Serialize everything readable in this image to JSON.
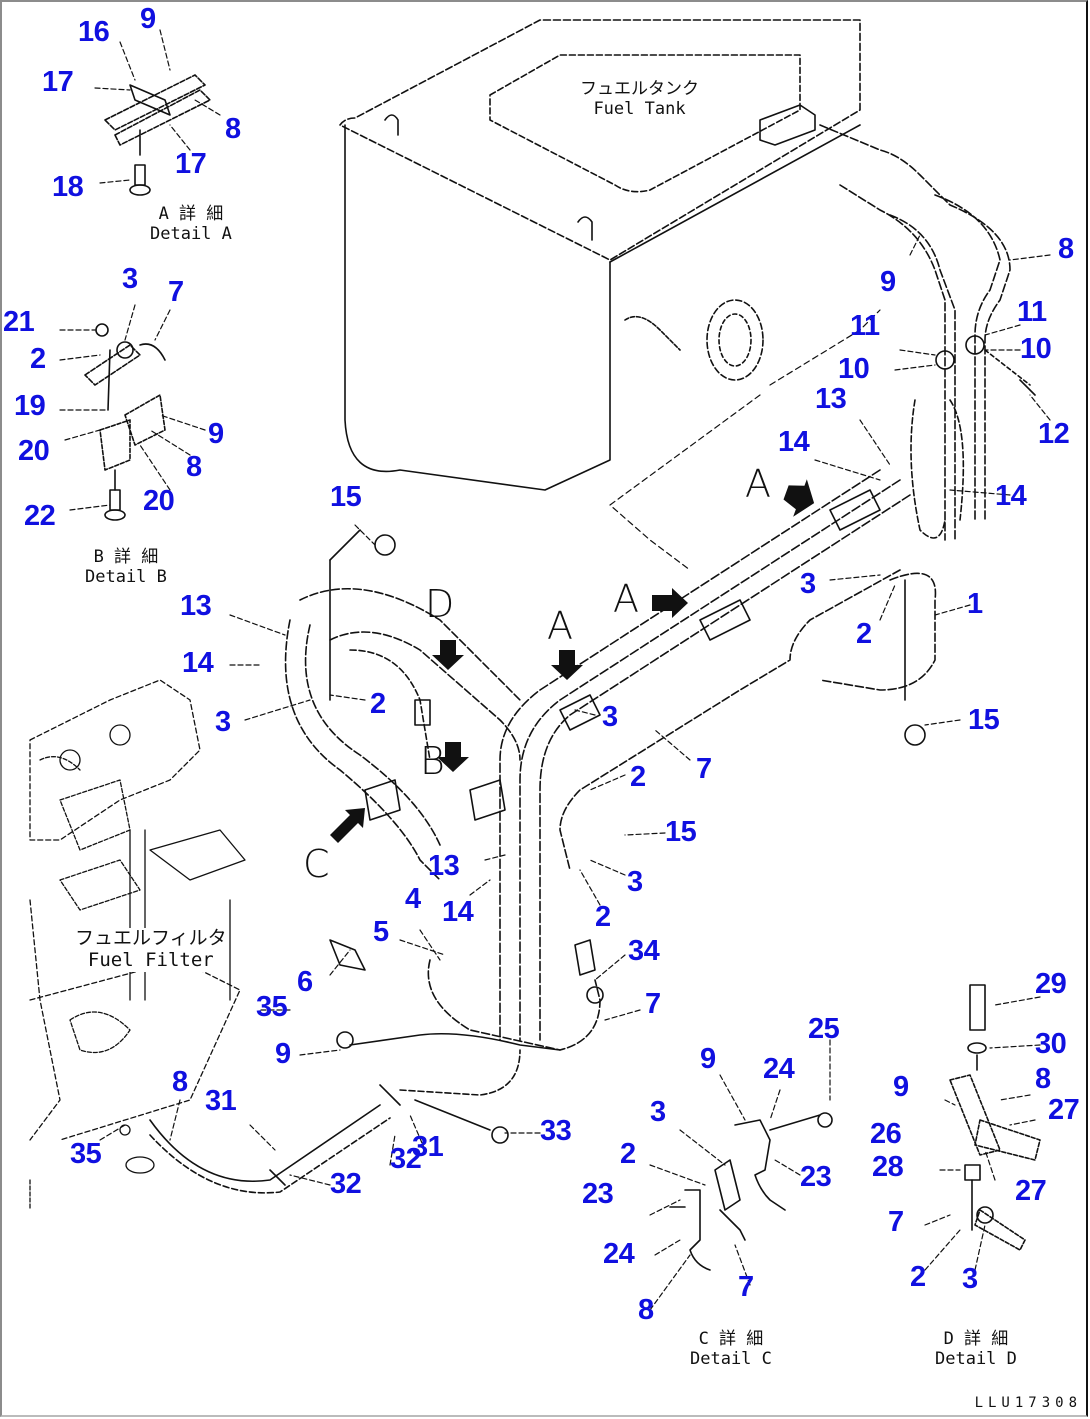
{
  "diagram": {
    "type": "parts-exploded-view",
    "subject": "Fuel piping",
    "line_color": "#111111",
    "callout_color": "#1010e0",
    "drawing_number": "LLU17308"
  },
  "labels": {
    "fuel_tank_jp": "フュエルタンク",
    "fuel_tank_en": "Fuel Tank",
    "fuel_filter_jp": "フュエルフィルタ",
    "fuel_filter_en": "Fuel Filter"
  },
  "view_markers": [
    "A",
    "A",
    "A",
    "B",
    "C",
    "D"
  ],
  "details": [
    {
      "id": "A",
      "caption_jp": "A 詳 細",
      "caption_en": "Detail A"
    },
    {
      "id": "B",
      "caption_jp": "B 詳 細",
      "caption_en": "Detail B"
    },
    {
      "id": "C",
      "caption_jp": "C 詳 細",
      "caption_en": "Detail C"
    },
    {
      "id": "D",
      "caption_jp": "D 詳 細",
      "caption_en": "Detail D"
    }
  ],
  "callouts": [
    {
      "n": "16"
    },
    {
      "n": "9"
    },
    {
      "n": "17"
    },
    {
      "n": "8"
    },
    {
      "n": "17"
    },
    {
      "n": "18"
    },
    {
      "n": "3"
    },
    {
      "n": "7"
    },
    {
      "n": "21"
    },
    {
      "n": "2"
    },
    {
      "n": "19"
    },
    {
      "n": "9"
    },
    {
      "n": "20"
    },
    {
      "n": "8"
    },
    {
      "n": "20"
    },
    {
      "n": "22"
    },
    {
      "n": "8"
    },
    {
      "n": "9"
    },
    {
      "n": "11"
    },
    {
      "n": "11"
    },
    {
      "n": "10"
    },
    {
      "n": "10"
    },
    {
      "n": "12"
    },
    {
      "n": "13"
    },
    {
      "n": "14"
    },
    {
      "n": "14"
    },
    {
      "n": "1"
    },
    {
      "n": "3"
    },
    {
      "n": "2"
    },
    {
      "n": "15"
    },
    {
      "n": "15"
    },
    {
      "n": "13"
    },
    {
      "n": "14"
    },
    {
      "n": "3"
    },
    {
      "n": "2"
    },
    {
      "n": "3"
    },
    {
      "n": "7"
    },
    {
      "n": "2"
    },
    {
      "n": "15"
    },
    {
      "n": "13"
    },
    {
      "n": "3"
    },
    {
      "n": "4"
    },
    {
      "n": "14"
    },
    {
      "n": "2"
    },
    {
      "n": "5"
    },
    {
      "n": "34"
    },
    {
      "n": "6"
    },
    {
      "n": "35"
    },
    {
      "n": "7"
    },
    {
      "n": "9"
    },
    {
      "n": "8"
    },
    {
      "n": "31"
    },
    {
      "n": "35"
    },
    {
      "n": "32"
    },
    {
      "n": "31"
    },
    {
      "n": "32"
    },
    {
      "n": "33"
    },
    {
      "n": "25"
    },
    {
      "n": "9"
    },
    {
      "n": "24"
    },
    {
      "n": "3"
    },
    {
      "n": "2"
    },
    {
      "n": "23"
    },
    {
      "n": "23"
    },
    {
      "n": "24"
    },
    {
      "n": "7"
    },
    {
      "n": "8"
    },
    {
      "n": "29"
    },
    {
      "n": "30"
    },
    {
      "n": "9"
    },
    {
      "n": "8"
    },
    {
      "n": "27"
    },
    {
      "n": "26"
    },
    {
      "n": "28"
    },
    {
      "n": "27"
    },
    {
      "n": "7"
    },
    {
      "n": "2"
    },
    {
      "n": "3"
    }
  ]
}
